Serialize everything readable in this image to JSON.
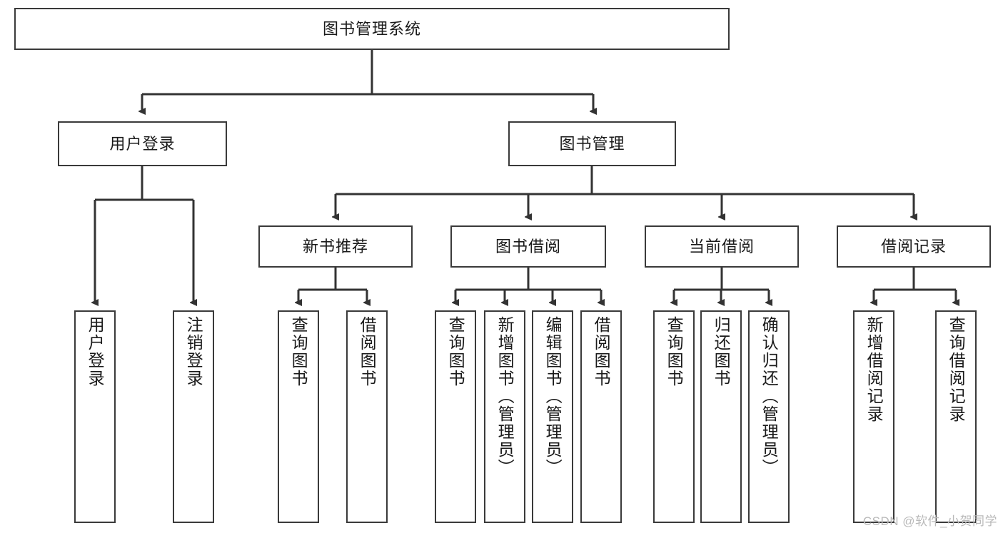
{
  "diagram": {
    "type": "tree-hierarchy",
    "title": "图书管理系统",
    "watermark": "CSDN @软件_小贺同学",
    "colors": {
      "box_border": "#3a3a3a",
      "box_fill": "#ffffff",
      "connector": "#333333",
      "text": "#1a1a1a",
      "watermark": "#b9b9b9"
    },
    "levels": {
      "root": {
        "label": "图书管理系统"
      },
      "level2": [
        {
          "id": "user-login",
          "label": "用户登录"
        },
        {
          "id": "book-manage",
          "label": "图书管理"
        }
      ],
      "level3": [
        {
          "id": "new-book-rec",
          "label": "新书推荐",
          "parent": "book-manage"
        },
        {
          "id": "book-borrow",
          "label": "图书借阅",
          "parent": "book-manage"
        },
        {
          "id": "current-borrow",
          "label": "当前借阅",
          "parent": "book-manage"
        },
        {
          "id": "borrow-record",
          "label": "借阅记录",
          "parent": "book-manage"
        }
      ],
      "leaves": [
        {
          "id": "leaf-user-login",
          "label": "用户登录",
          "parent": "user-login"
        },
        {
          "id": "leaf-logout",
          "label": "注销登录",
          "parent": "user-login"
        },
        {
          "id": "leaf-query-book-1",
          "label": "查询图书",
          "parent": "new-book-rec"
        },
        {
          "id": "leaf-borrow-book-1",
          "label": "借阅图书",
          "parent": "new-book-rec"
        },
        {
          "id": "leaf-query-book-2",
          "label": "查询图书",
          "parent": "book-borrow"
        },
        {
          "id": "leaf-add-book",
          "label": "新增图书（管理员）",
          "parent": "book-borrow"
        },
        {
          "id": "leaf-edit-book",
          "label": "编辑图书（管理员）",
          "parent": "book-borrow"
        },
        {
          "id": "leaf-borrow-book-2",
          "label": "借阅图书",
          "parent": "book-borrow"
        },
        {
          "id": "leaf-query-book-3",
          "label": "查询图书",
          "parent": "current-borrow"
        },
        {
          "id": "leaf-return-book",
          "label": "归还图书",
          "parent": "current-borrow"
        },
        {
          "id": "leaf-confirm-return",
          "label": "确认归还（管理员）",
          "parent": "current-borrow"
        },
        {
          "id": "leaf-add-record",
          "label": "新增借阅记录",
          "parent": "borrow-record"
        },
        {
          "id": "leaf-query-record",
          "label": "查询借阅记录",
          "parent": "borrow-record"
        }
      ]
    }
  }
}
